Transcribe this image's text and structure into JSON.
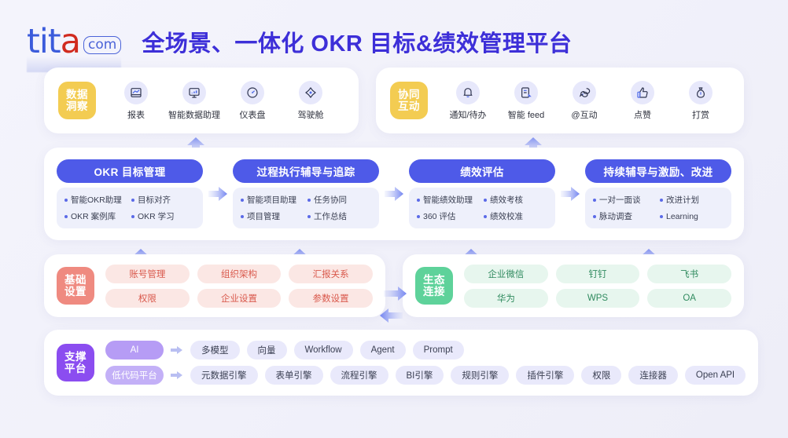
{
  "header": {
    "logo_main": "tita",
    "logo_part1": "tit",
    "logo_part2": "a",
    "logo_suffix": ".com",
    "logo_suffix_text": "com",
    "title": "全场景、一体化 OKR 目标&绩效管理平台"
  },
  "colors": {
    "background": "#f2f2fb",
    "title": "#3d2fd8",
    "badge_yellow": "#f3cc52",
    "badge_red": "#ef8a80",
    "badge_green": "#5ed29a",
    "badge_purple": "#8b4df0",
    "flow_header": "#4e5ae8",
    "logo_blue": "#3b5bdb",
    "logo_red": "#d12b1f"
  },
  "row_icon_groups": [
    {
      "badge": "数据洞察",
      "badge_line1": "数据",
      "badge_line2": "洞察",
      "badge_color": "yellow",
      "items": [
        {
          "label": "报表",
          "icon": "report-chart-icon"
        },
        {
          "label": "智能数据助理",
          "icon": "monitor-data-icon"
        },
        {
          "label": "仪表盘",
          "icon": "gauge-icon"
        },
        {
          "label": "驾驶舱",
          "icon": "cockpit-navigation-icon"
        }
      ]
    },
    {
      "badge": "协同互动",
      "badge_line1": "协同",
      "badge_line2": "互动",
      "badge_color": "yellow",
      "items": [
        {
          "label": "通知/待办",
          "icon": "bell-icon"
        },
        {
          "label": "智能 feed",
          "icon": "feed-document-icon"
        },
        {
          "label": "@互动",
          "icon": "chat-bubbles-icon"
        },
        {
          "label": "点赞",
          "icon": "thumbs-up-icon"
        },
        {
          "label": "打赏",
          "icon": "reward-money-bag-icon"
        }
      ]
    }
  ],
  "flow_cards": [
    {
      "title": "OKR 目标管理",
      "items": [
        "智能OKR助理",
        "目标对齐",
        "OKR 案例库",
        "OKR 学习"
      ]
    },
    {
      "title": "过程执行辅导与追踪",
      "items": [
        "智能项目助理",
        "任务协同",
        "项目管理",
        "工作总结"
      ]
    },
    {
      "title": "绩效评估",
      "items": [
        "智能绩效助理",
        "绩效考核",
        "360 评估",
        "绩效校准"
      ]
    },
    {
      "title": "持续辅导与激励、改进",
      "items": [
        "一对一面谈",
        "改进计划",
        "脉动调查",
        "Learning"
      ]
    }
  ],
  "settings_panel": {
    "badge": "基础设置",
    "badge_line1": "基础",
    "badge_line2": "设置",
    "badge_color": "red",
    "items": [
      "账号管理",
      "组织架构",
      "汇报关系",
      "权限",
      "企业设置",
      "参数设置"
    ]
  },
  "ecosystem_panel": {
    "badge": "生态连接",
    "badge_line1": "生态",
    "badge_line2": "连接",
    "badge_color": "green",
    "items": [
      "企业微信",
      "钉钉",
      "飞书",
      "华为",
      "WPS",
      "OA"
    ]
  },
  "platform_panel": {
    "badge": "支撑平台",
    "badge_line1": "支撑",
    "badge_line2": "平台",
    "badge_color": "purple",
    "rows": [
      {
        "key": "AI",
        "items": [
          "多模型",
          "向量",
          "Workflow",
          "Agent",
          "Prompt"
        ]
      },
      {
        "key": "低代码平台",
        "items": [
          "元数据引擎",
          "表单引擎",
          "流程引擎",
          "BI引擎",
          "规则引擎",
          "插件引擎",
          "权限",
          "连接器",
          "Open API"
        ]
      }
    ]
  }
}
